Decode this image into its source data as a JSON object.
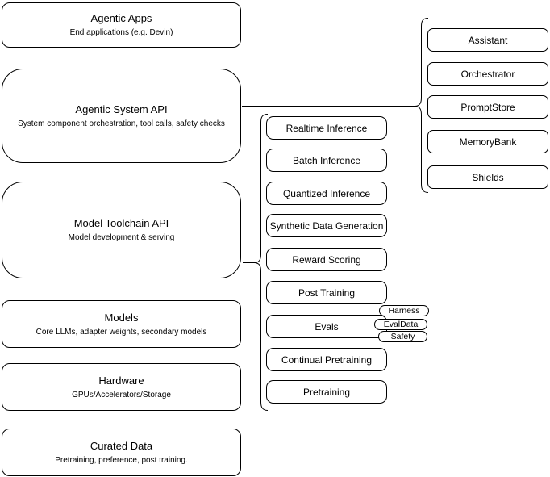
{
  "diagram": {
    "stack": [
      {
        "title": "Agentic Apps",
        "subtitle": "End applications (e.g. Devin)"
      },
      {
        "title": "Agentic System API",
        "subtitle": "System component orchestration, tool calls, safety checks"
      },
      {
        "title": "Model Toolchain API",
        "subtitle": "Model development & serving"
      },
      {
        "title": "Models",
        "subtitle": "Core LLMs, adapter weights, secondary models"
      },
      {
        "title": "Hardware",
        "subtitle": "GPUs/Accelerators/Storage"
      },
      {
        "title": "Curated Data",
        "subtitle": "Pretraining, preference, post training."
      }
    ],
    "toolchain_services": [
      "Realtime Inference",
      "Batch Inference",
      "Quantized Inference",
      "Synthetic Data Generation",
      "Reward Scoring",
      "Post Training",
      "Evals",
      "Continual Pretraining",
      "Pretraining"
    ],
    "eval_suites": [
      "Harness",
      "EvalData",
      "Safety"
    ],
    "system_components": [
      "Assistant",
      "Orchestrator",
      "PromptStore",
      "MemoryBank",
      "Shields"
    ],
    "colors": {
      "stroke": "#000000",
      "fill": "#ffffff",
      "text": "#000000"
    }
  }
}
